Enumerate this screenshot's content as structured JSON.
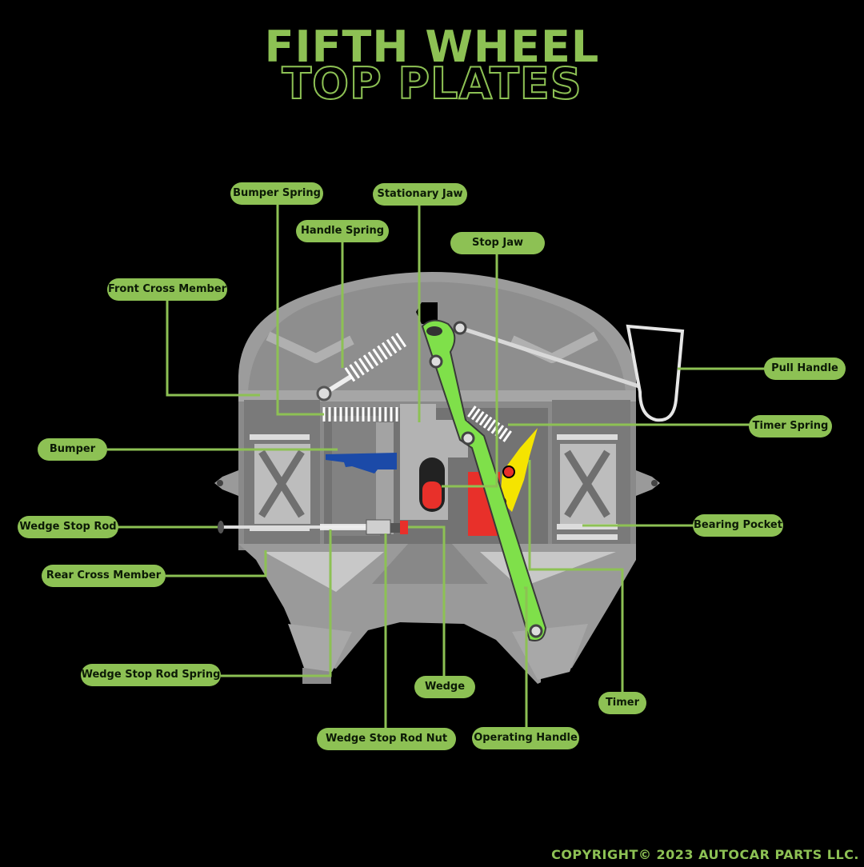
{
  "title": {
    "line1": "FIFTH WHEEL",
    "line2": "TOP PLATES"
  },
  "labels": {
    "bumper_spring": "Bumper Spring",
    "stationary_jaw": "Stationary Jaw",
    "handle_spring": "Handle Spring",
    "stop_jaw": "Stop Jaw",
    "front_cross_member": "Front Cross Member",
    "pull_handle": "Pull Handle",
    "timer_spring": "Timer Spring",
    "bumper": "Bumper",
    "bearing_pocket": "Bearing Pocket",
    "wedge_stop_rod": "Wedge Stop Rod",
    "rear_cross_member": "Rear Cross Member",
    "wedge_stop_rod_spring": "Wedge Stop Rod Spring",
    "wedge": "Wedge",
    "timer": "Timer",
    "wedge_stop_rod_nut": "Wedge Stop Rod Nut",
    "operating_handle": "Operating Handle"
  },
  "copyright": "COPYRIGHT© 2023 AUTOCAR PARTS LLC.",
  "colors": {
    "accent_green": "#8dc154",
    "handle_green": "#7fe04a",
    "wedge_red": "#e8302a",
    "bumper_blue": "#1b4aa8",
    "timer_yellow": "#f5e400",
    "plate_gray": "#9a9a9a",
    "background": "#000000"
  }
}
